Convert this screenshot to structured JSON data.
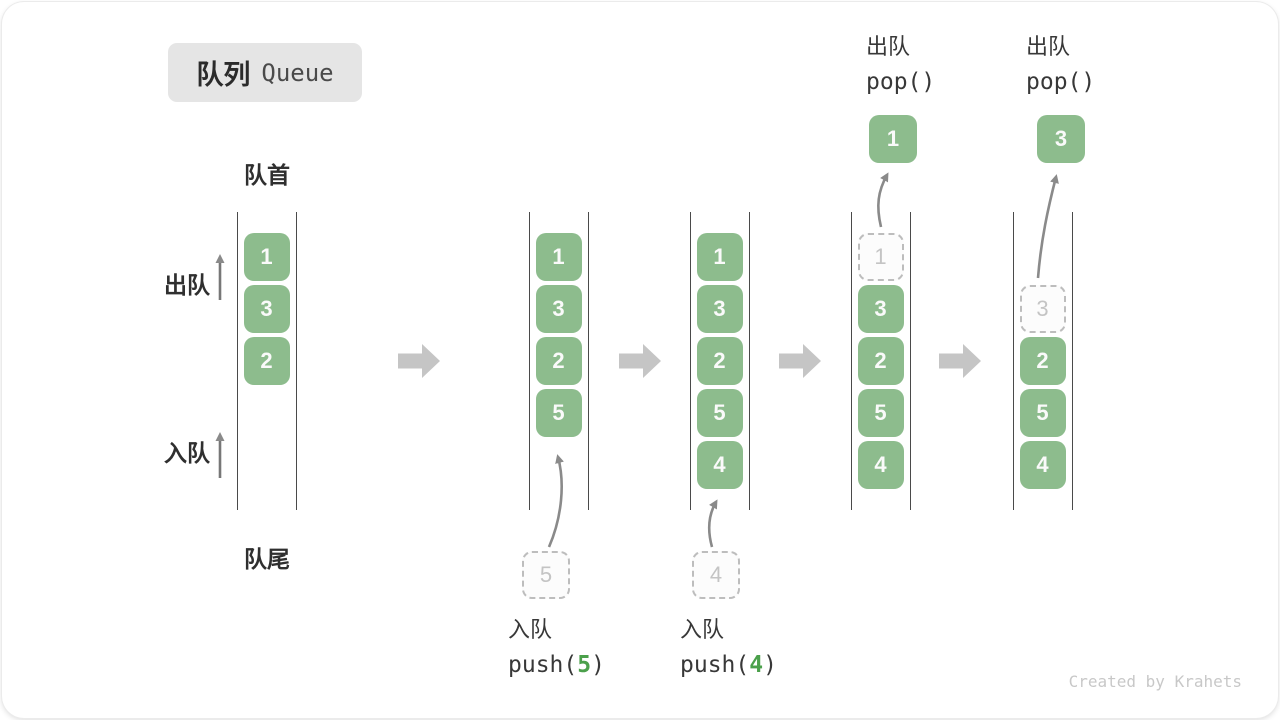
{
  "title": {
    "zh": "队列",
    "en": "Queue"
  },
  "labels": {
    "front": "队首",
    "rear": "队尾",
    "dequeue_side": "出队",
    "enqueue_side": "入队"
  },
  "watermark": "Created by Krahets",
  "colors": {
    "cell_green": "#8dbc8d",
    "cell_text": "#fafafa",
    "arg_green": "#4ba04b",
    "ghost_border": "#bdbdbd",
    "ghost_text": "#c4c4c4",
    "block_arrow": "#c5c5c5",
    "curve_arrow": "#8a8a8a",
    "column_line": "#4a4a4a",
    "badge_bg": "#e5e5e5",
    "watermark_gray": "#c8c8c8"
  },
  "columns": [
    {
      "name": "state-initial",
      "cells": [
        {
          "v": "1",
          "row": 0
        },
        {
          "v": "3",
          "row": 1
        },
        {
          "v": "2",
          "row": 2
        }
      ]
    },
    {
      "name": "state-after-push-5",
      "cells": [
        {
          "v": "1",
          "row": 0
        },
        {
          "v": "3",
          "row": 1
        },
        {
          "v": "2",
          "row": 2
        },
        {
          "v": "5",
          "row": 3
        }
      ],
      "below": {
        "ghost": "5",
        "op": "入队",
        "code_pre": "push(",
        "arg": "5",
        "code_post": ")"
      }
    },
    {
      "name": "state-after-push-4",
      "cells": [
        {
          "v": "1",
          "row": 0
        },
        {
          "v": "3",
          "row": 1
        },
        {
          "v": "2",
          "row": 2
        },
        {
          "v": "5",
          "row": 3
        },
        {
          "v": "4",
          "row": 4
        }
      ],
      "below": {
        "ghost": "4",
        "op": "入队",
        "code_pre": "push(",
        "arg": "4",
        "code_post": ")"
      }
    },
    {
      "name": "state-after-pop-1",
      "cells": [
        {
          "v": "1",
          "row": 0,
          "ghost": true
        },
        {
          "v": "3",
          "row": 1
        },
        {
          "v": "2",
          "row": 2
        },
        {
          "v": "5",
          "row": 3
        },
        {
          "v": "4",
          "row": 4
        }
      ],
      "above": {
        "op": "出队",
        "code": "pop()",
        "popped": "1"
      }
    },
    {
      "name": "state-after-pop-3",
      "cells": [
        {
          "v": "3",
          "row": 1,
          "ghost": true
        },
        {
          "v": "2",
          "row": 2
        },
        {
          "v": "5",
          "row": 3
        },
        {
          "v": "4",
          "row": 4
        }
      ],
      "above": {
        "op": "出队",
        "code": "pop()",
        "popped": "3"
      }
    }
  ]
}
